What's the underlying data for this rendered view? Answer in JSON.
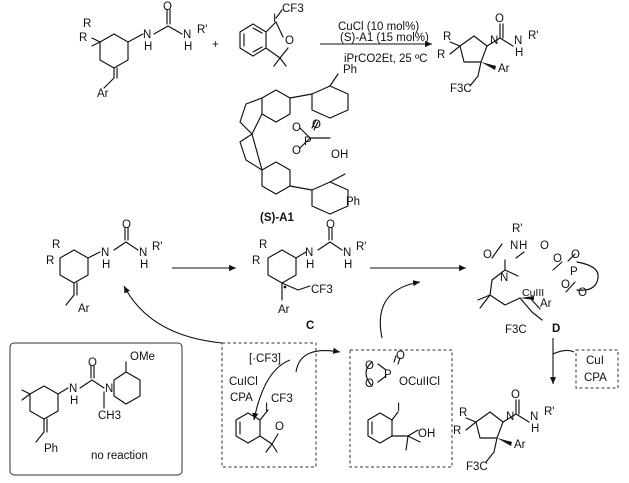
{
  "conditions": {
    "catalyst": "CuCl (10 mol%)",
    "ligand": "(S)-A1 (15 mol%)",
    "solvent": "iPrCO2Et, 25 ºC"
  },
  "catalyst_label": "(S)-A1",
  "labels": {
    "R": "R",
    "R_prime": "R'",
    "Ar": "Ar",
    "N": "N",
    "H": "H",
    "O": "O",
    "I": "I",
    "CF3": "CF3",
    "F3C": "F3C",
    "P": "P",
    "OH": "OH",
    "Ph": "Ph",
    "OMe": "OMe",
    "CH3": "CH3",
    "intermediate_C": "C",
    "intermediate_D": "D",
    "cf3_radical": "[·CF3]",
    "cu1cl": "CuICl",
    "cpa": "CPA",
    "cu1": "CuI",
    "cu2cl": "OCuIICl",
    "cu3": "CuIII",
    "no_reaction": "no reaction"
  }
}
